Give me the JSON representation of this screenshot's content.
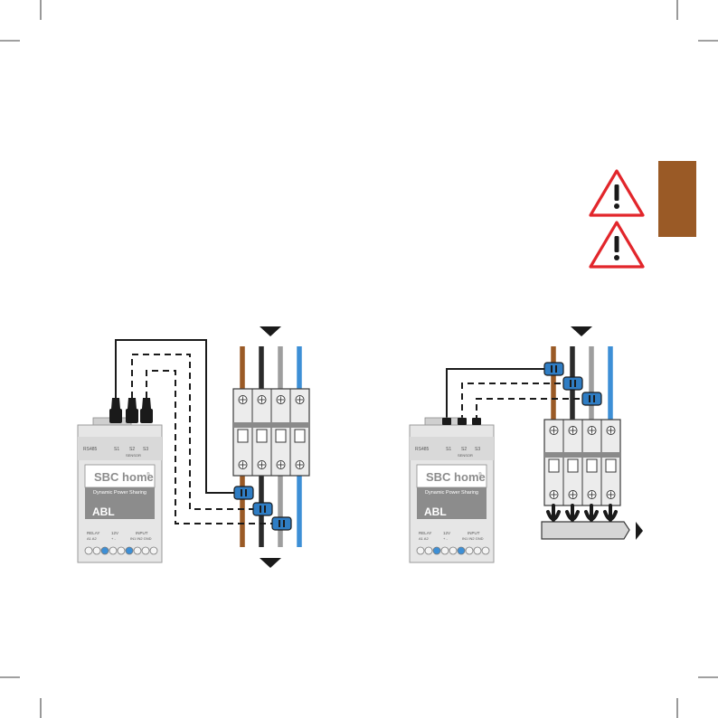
{
  "colors": {
    "brown_wire": "#9a5a26",
    "black_wire": "#2b2b2b",
    "grey_wire": "#9e9e9e",
    "blue_wire": "#3d8fd6",
    "warning_red": "#e2262b",
    "sensor_blue": "#2f7dc4",
    "device_body": "#e6e6e6",
    "label_panel": "#8c8c8c",
    "chapter_tab": "#9a5a26"
  },
  "icons": [
    "warning-triangle-icon",
    "warning-triangle-icon",
    "arrow-down-icon",
    "arrow-right-icon",
    "screw-terminal-icon"
  ],
  "device": {
    "brand": "SBC home",
    "trademark": "®",
    "subtitle": "Dynamic Power Sharing",
    "model": "ABL",
    "port_rs485": "RS485",
    "port_s1": "S1",
    "port_s2": "S2",
    "port_s3": "S3",
    "port_sensor": "SENSOR",
    "term_relay": "RELAY",
    "term_relay_pins": "A1  A2",
    "term_12v": "12V",
    "term_12v_pins": "+  -",
    "term_input": "INPUT",
    "term_input_pins": "IN1 IN2  GND"
  }
}
